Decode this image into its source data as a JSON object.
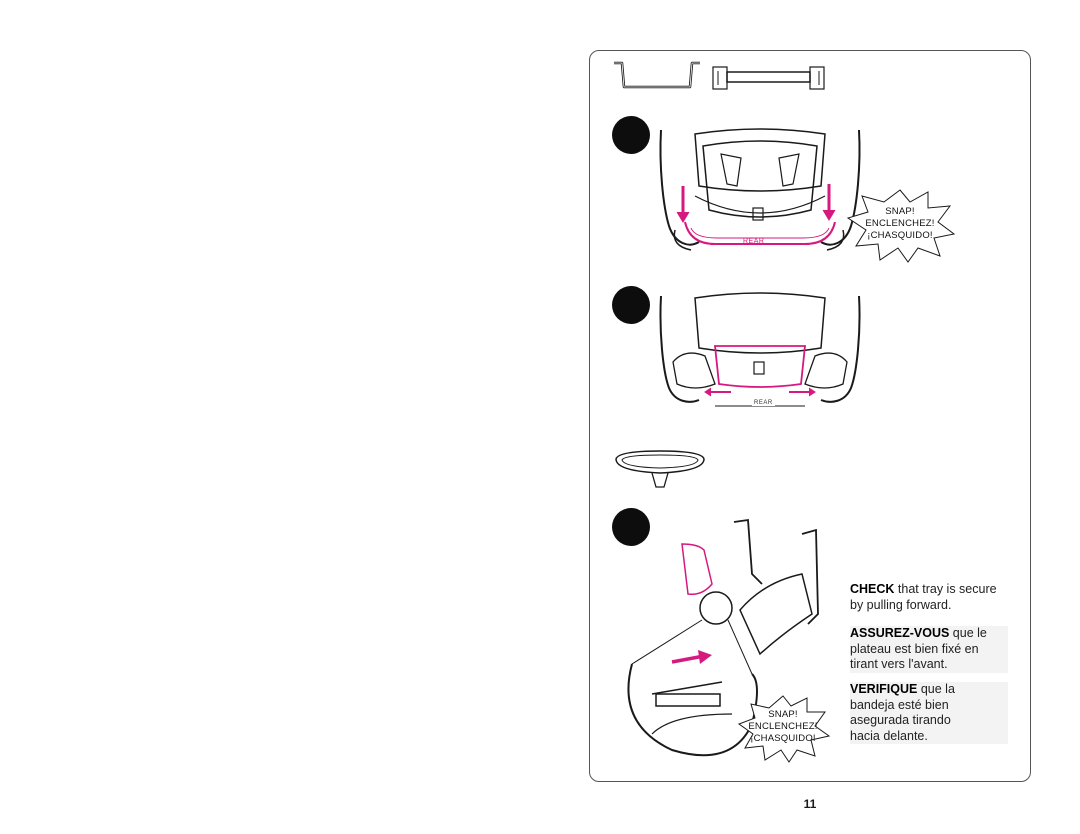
{
  "colors": {
    "accent": "#d6197f",
    "line": "#1a1a1a"
  },
  "steps": {
    "step1": {
      "badge_label": "REAR",
      "burst": [
        "SNAP!",
        "ENCLENCHEZ!",
        "¡CHASQUIDO!"
      ]
    },
    "step2": {
      "badge_label": "REAR"
    },
    "step3": {
      "burst": [
        "SNAP!",
        "ENCLENCHEZ!",
        "¡CHASQUIDO!"
      ]
    }
  },
  "instructions": {
    "en": {
      "lead": "CHECK",
      "rest_line1": " that tray is secure",
      "line2": "by pulling forward."
    },
    "fr": {
      "lead": "ASSUREZ-VOUS",
      "rest_line1": " que le",
      "line2": "plateau est bien fixé en",
      "line3": "tirant vers l'avant."
    },
    "es": {
      "lead": "VERIFIQUE",
      "rest_line1": " que la",
      "line2": "bandeja esté bien",
      "line3": "asegurada tirando",
      "line4": "hacia delante."
    }
  },
  "page_number": "11"
}
